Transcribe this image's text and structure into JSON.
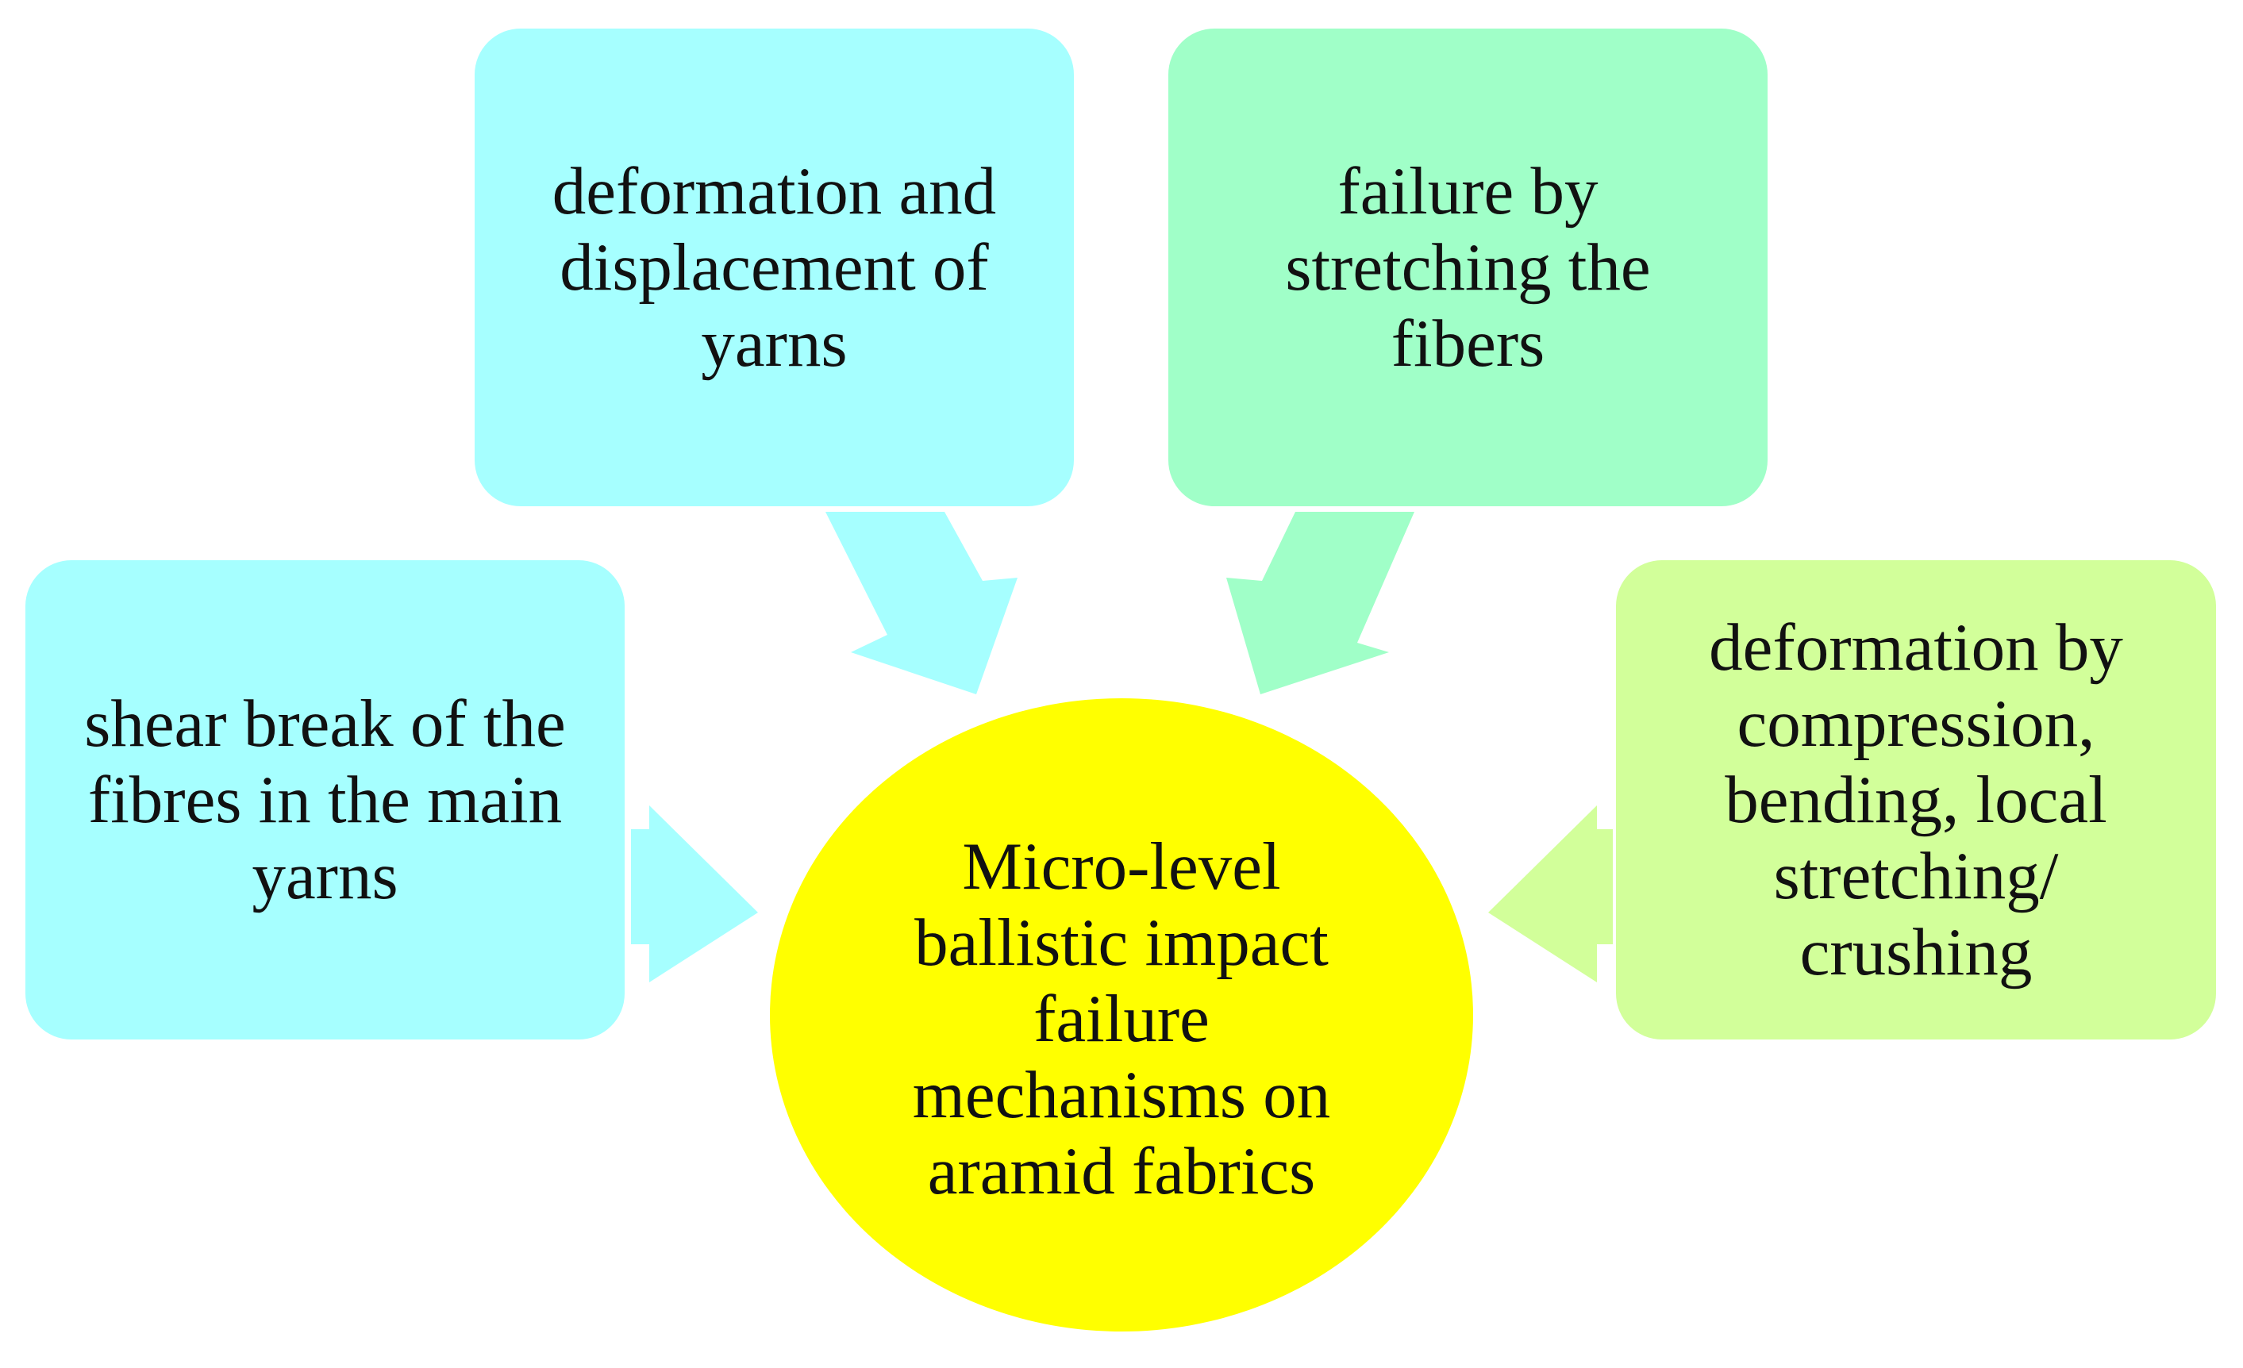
{
  "center": {
    "label": "Micro-level\nballistic impact\nfailure\nmechanisms on\naramid fabrics",
    "color": "#ffff00"
  },
  "boxes": {
    "top_left": {
      "label": "deformation and\ndisplacement of\nyarns",
      "color": "#a6ffff"
    },
    "top_right": {
      "label": "failure by\nstretching the\nfibers",
      "color": "#a0ffc8"
    },
    "left": {
      "label": "shear break of the\nfibres in the main\nyarns",
      "color": "#a6ffff"
    },
    "right": {
      "label": "deformation by\ncompression,\nbending, local\nstretching/\ncrushing",
      "color": "#d2ff9a"
    }
  }
}
